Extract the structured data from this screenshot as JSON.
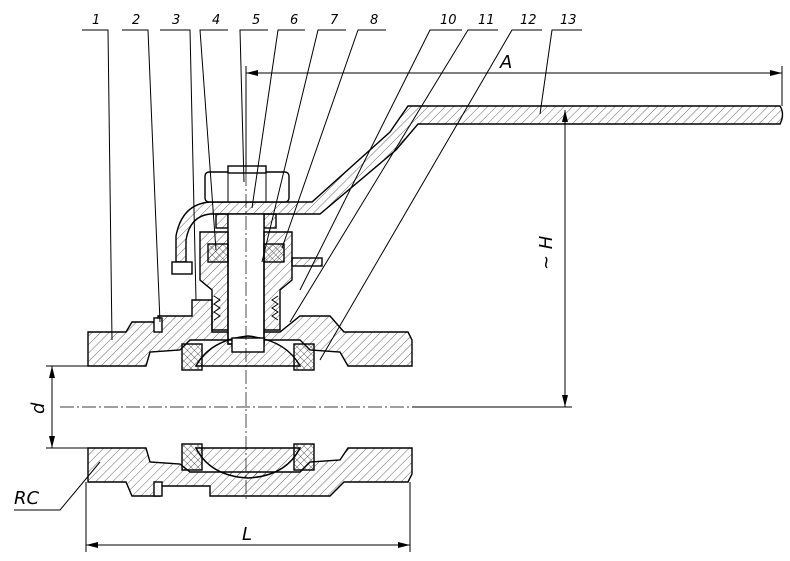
{
  "drawing": {
    "part_numbers": [
      "1",
      "2",
      "3",
      "4",
      "5",
      "6",
      "7",
      "8",
      "10",
      "11",
      "12",
      "13"
    ],
    "dimensions": {
      "handle_length": "A",
      "height": "~ H",
      "bore": "d",
      "thread": "RC",
      "length": "L"
    }
  }
}
